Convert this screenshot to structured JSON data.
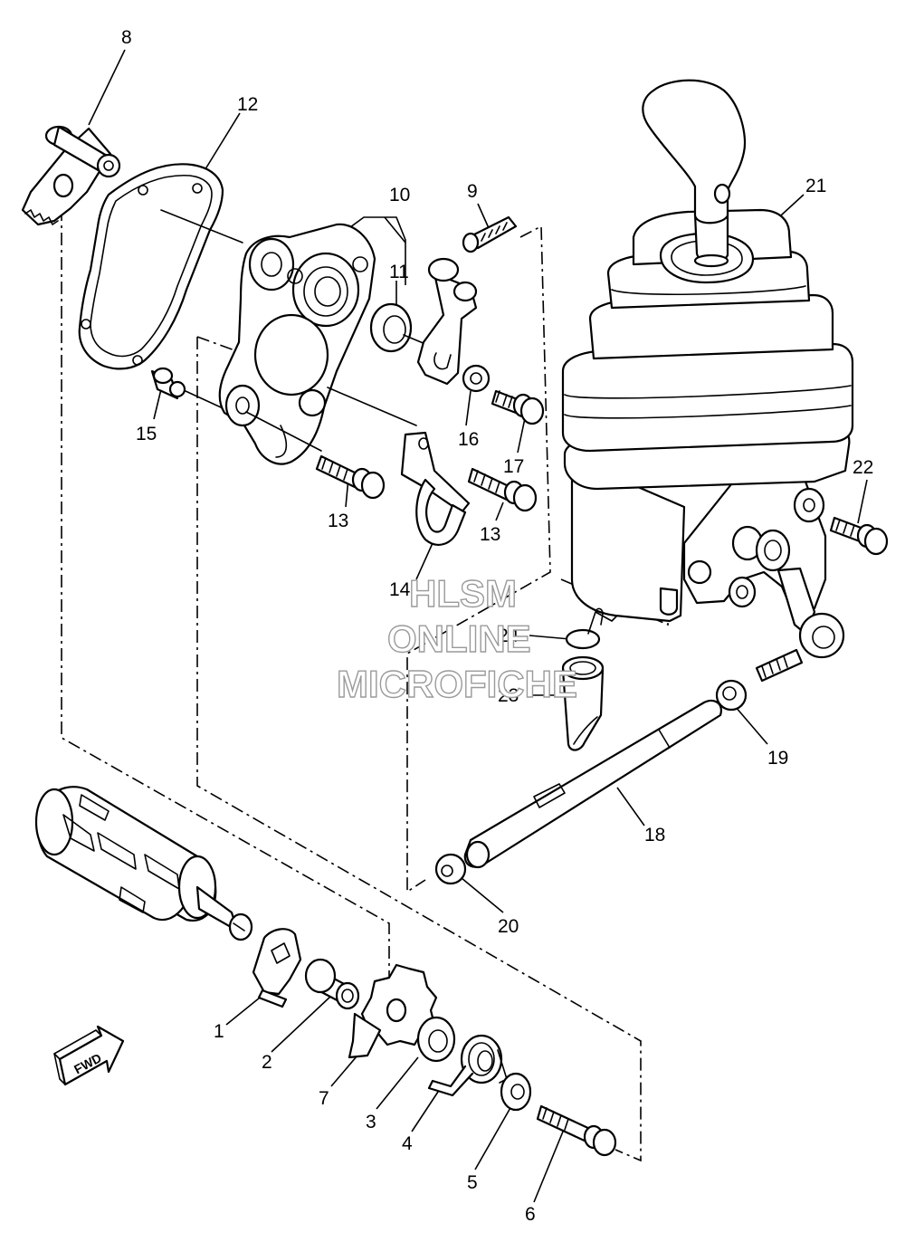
{
  "diagram": {
    "callouts": [
      "1",
      "2",
      "3",
      "4",
      "5",
      "6",
      "7",
      "8",
      "9",
      "10",
      "11",
      "12",
      "13",
      "13",
      "14",
      "15",
      "16",
      "17",
      "18",
      "19",
      "20",
      "21",
      "22",
      "23",
      "24"
    ],
    "watermark": [
      "HLSM",
      "ONLINE",
      "MICROFICHE"
    ],
    "direction_badge": "FWD"
  }
}
